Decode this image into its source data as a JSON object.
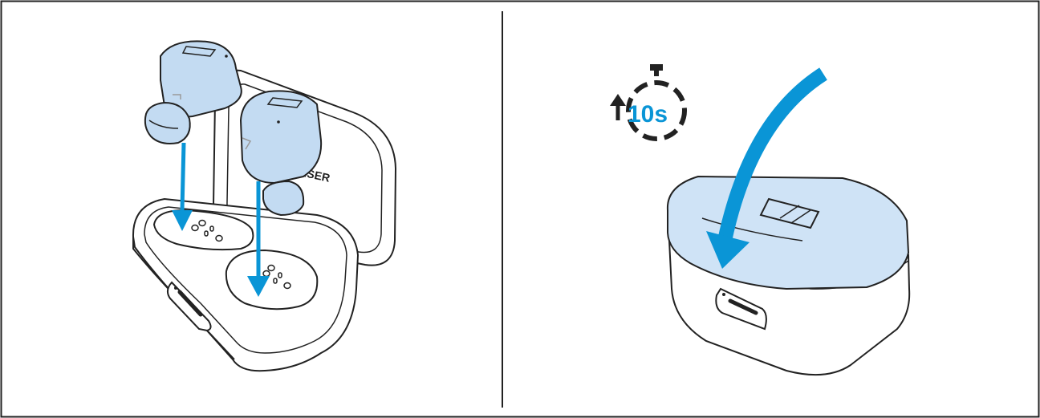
{
  "panels": [
    {
      "id": "left",
      "caption": ""
    },
    {
      "id": "right",
      "caption": ""
    }
  ],
  "timer": {
    "label": "10s"
  },
  "case_brand_text": "ISER",
  "colors": {
    "outline": "#222222",
    "earbud_fill": "#c3dbf2",
    "arrow": "#0a95d6",
    "lid_fill": "#cfe3f6",
    "background": "#ffffff"
  }
}
